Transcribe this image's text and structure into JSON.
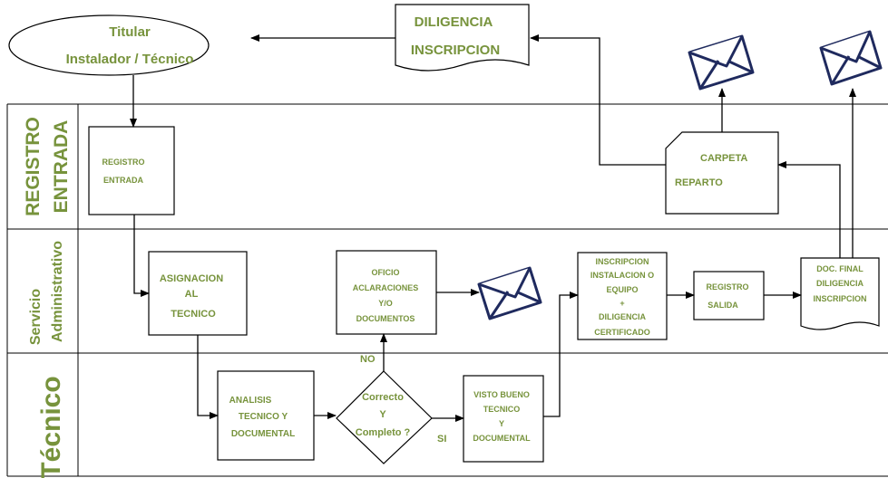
{
  "lanes": {
    "registro": [
      "REGISTRO",
      "ENTRADA"
    ],
    "servicio": [
      "Servicio",
      "Administrativo"
    ],
    "tecnico": "Técnico"
  },
  "nodes": {
    "titular": [
      "Titular",
      "Instalador / Técnico"
    ],
    "diligencia_top": [
      "DILIGENCIA",
      "INSCRIPCION"
    ],
    "registro_entrada": [
      "REGISTRO",
      "ENTRADA"
    ],
    "carpeta": [
      "CARPETA",
      "REPARTO"
    ],
    "asignacion": [
      "ASIGNACION",
      "AL",
      "TECNICO"
    ],
    "oficio": [
      "OFICIO",
      "ACLARACIONES",
      "Y/O",
      "DOCUMENTOS"
    ],
    "inscripcion_inst": [
      "INSCRIPCION",
      "INSTALACION O",
      "EQUIPO",
      "+",
      "DILIGENCIA",
      "CERTIFICADO"
    ],
    "registro_salida": [
      "REGISTRO",
      "SALIDA"
    ],
    "doc_final": [
      "DOC. FINAL",
      "DILIGENCIA",
      "INSCRIPCION"
    ],
    "analisis": [
      "ANALISIS",
      "TECNICO Y",
      "DOCUMENTAL"
    ],
    "decision": [
      "Correcto",
      "Y",
      "Completo ?"
    ],
    "visto": [
      "VISTO BUENO",
      "TECNICO",
      "Y",
      "DOCUMENTAL"
    ]
  },
  "labels": {
    "no": "NO",
    "si": "SI"
  },
  "colors": {
    "text": "#77933c",
    "envelope": "#1f2a5e",
    "line": "#000000"
  },
  "icons": [
    "envelope-icon",
    "envelope-icon",
    "envelope-icon"
  ]
}
